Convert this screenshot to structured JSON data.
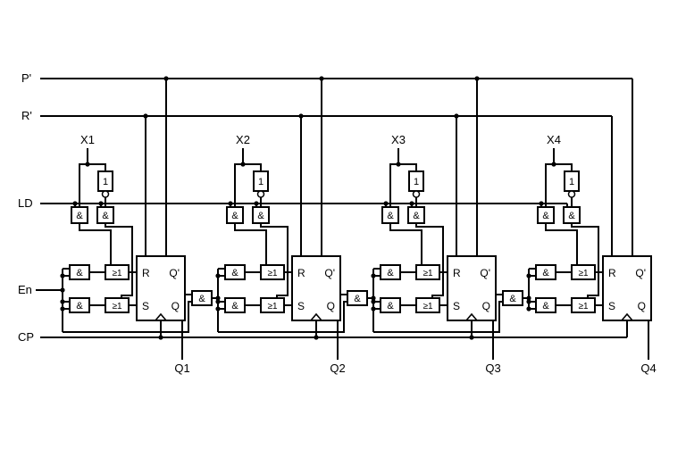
{
  "background": "#ffffff",
  "line_color": "#000000",
  "buses": [
    {
      "id": "p",
      "label": "P'"
    },
    {
      "id": "r",
      "label": "R'"
    },
    {
      "id": "ld",
      "label": "LD"
    },
    {
      "id": "en",
      "label": "En"
    },
    {
      "id": "cp",
      "label": "CP"
    }
  ],
  "gate_labels": {
    "and": "&",
    "or": "≥1",
    "not": "1"
  },
  "flipflop_labels": {
    "reset": "R",
    "q_bar": "Q'",
    "set": "S",
    "q": "Q"
  },
  "stages": [
    {
      "input_label": "X1",
      "output_label": "Q1"
    },
    {
      "input_label": "X2",
      "output_label": "Q2"
    },
    {
      "input_label": "X3",
      "output_label": "Q3"
    },
    {
      "input_label": "X4",
      "output_label": "Q4"
    }
  ]
}
